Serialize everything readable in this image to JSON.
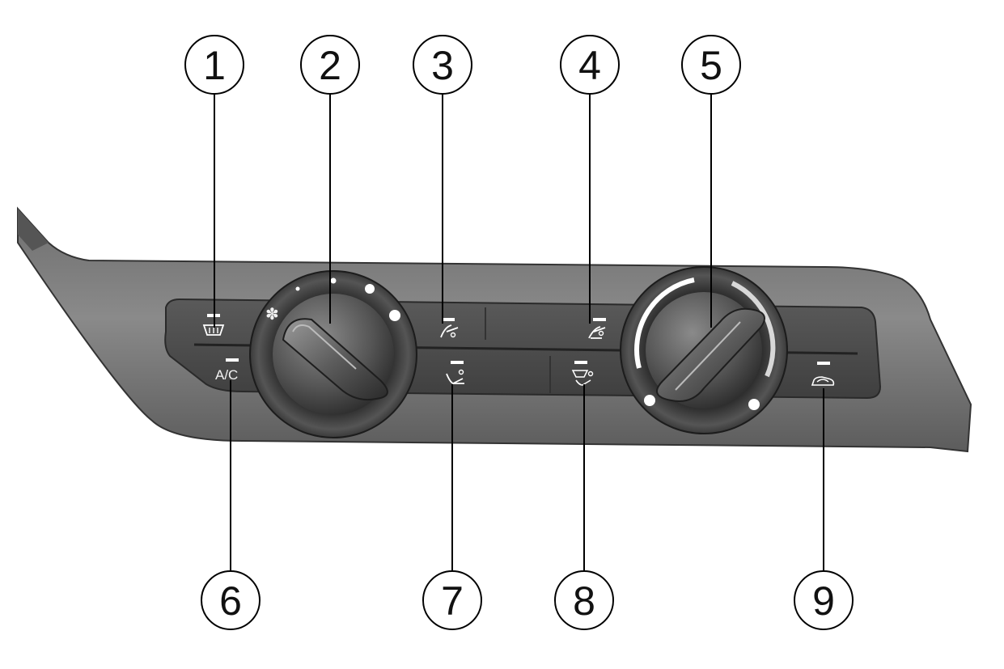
{
  "callouts": [
    {
      "id": 1,
      "label": "1"
    },
    {
      "id": 2,
      "label": "2"
    },
    {
      "id": 3,
      "label": "3"
    },
    {
      "id": 4,
      "label": "4"
    },
    {
      "id": 5,
      "label": "5"
    },
    {
      "id": 6,
      "label": "6"
    },
    {
      "id": 7,
      "label": "7"
    },
    {
      "id": 8,
      "label": "8"
    },
    {
      "id": 9,
      "label": "9"
    }
  ],
  "buttons": {
    "ac_label": "A/C"
  },
  "icons": {
    "rear_defrost": "rear-window-defrost-icon",
    "fan": "fan-icon",
    "face_vent": "airflow-face-icon",
    "face_feet_vent": "airflow-face-feet-icon",
    "feet_vent": "airflow-feet-icon",
    "windshield_feet": "airflow-windshield-feet-icon",
    "recirculation": "air-recirculation-icon"
  },
  "colors": {
    "panel": "#7f7f7f",
    "panel_dark": "#4a4a4a",
    "indicator": "#ffffff",
    "callout_stroke": "#000000"
  }
}
